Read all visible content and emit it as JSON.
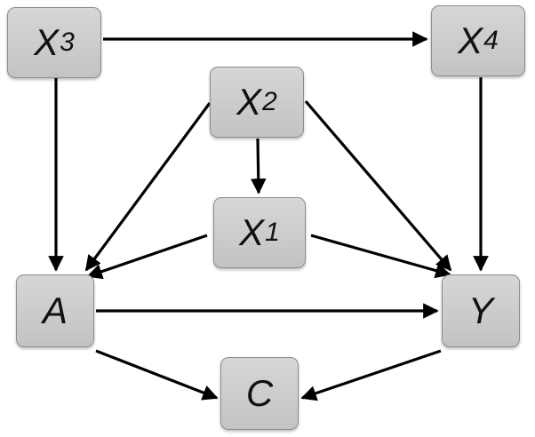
{
  "diagram": {
    "nodes": [
      {
        "id": "X3",
        "label": "X",
        "sub": "3"
      },
      {
        "id": "X4",
        "label": "X",
        "sub": "4"
      },
      {
        "id": "X2",
        "label": "X",
        "sub": "2"
      },
      {
        "id": "X1",
        "label": "X",
        "sub": "1"
      },
      {
        "id": "A",
        "label": "A",
        "sub": ""
      },
      {
        "id": "Y",
        "label": "Y",
        "sub": ""
      },
      {
        "id": "C",
        "label": "C",
        "sub": ""
      }
    ],
    "edges": [
      {
        "from": "X3",
        "to": "X4"
      },
      {
        "from": "X3",
        "to": "A"
      },
      {
        "from": "X4",
        "to": "Y"
      },
      {
        "from": "X2",
        "to": "A"
      },
      {
        "from": "X2",
        "to": "X1"
      },
      {
        "from": "X2",
        "to": "Y"
      },
      {
        "from": "X1",
        "to": "A"
      },
      {
        "from": "X1",
        "to": "Y"
      },
      {
        "from": "A",
        "to": "Y"
      },
      {
        "from": "A",
        "to": "C"
      },
      {
        "from": "Y",
        "to": "C"
      }
    ],
    "colors": {
      "node_fill": "#c9c9c9",
      "node_border": "#8c8c8c",
      "edge": "#000000"
    }
  }
}
